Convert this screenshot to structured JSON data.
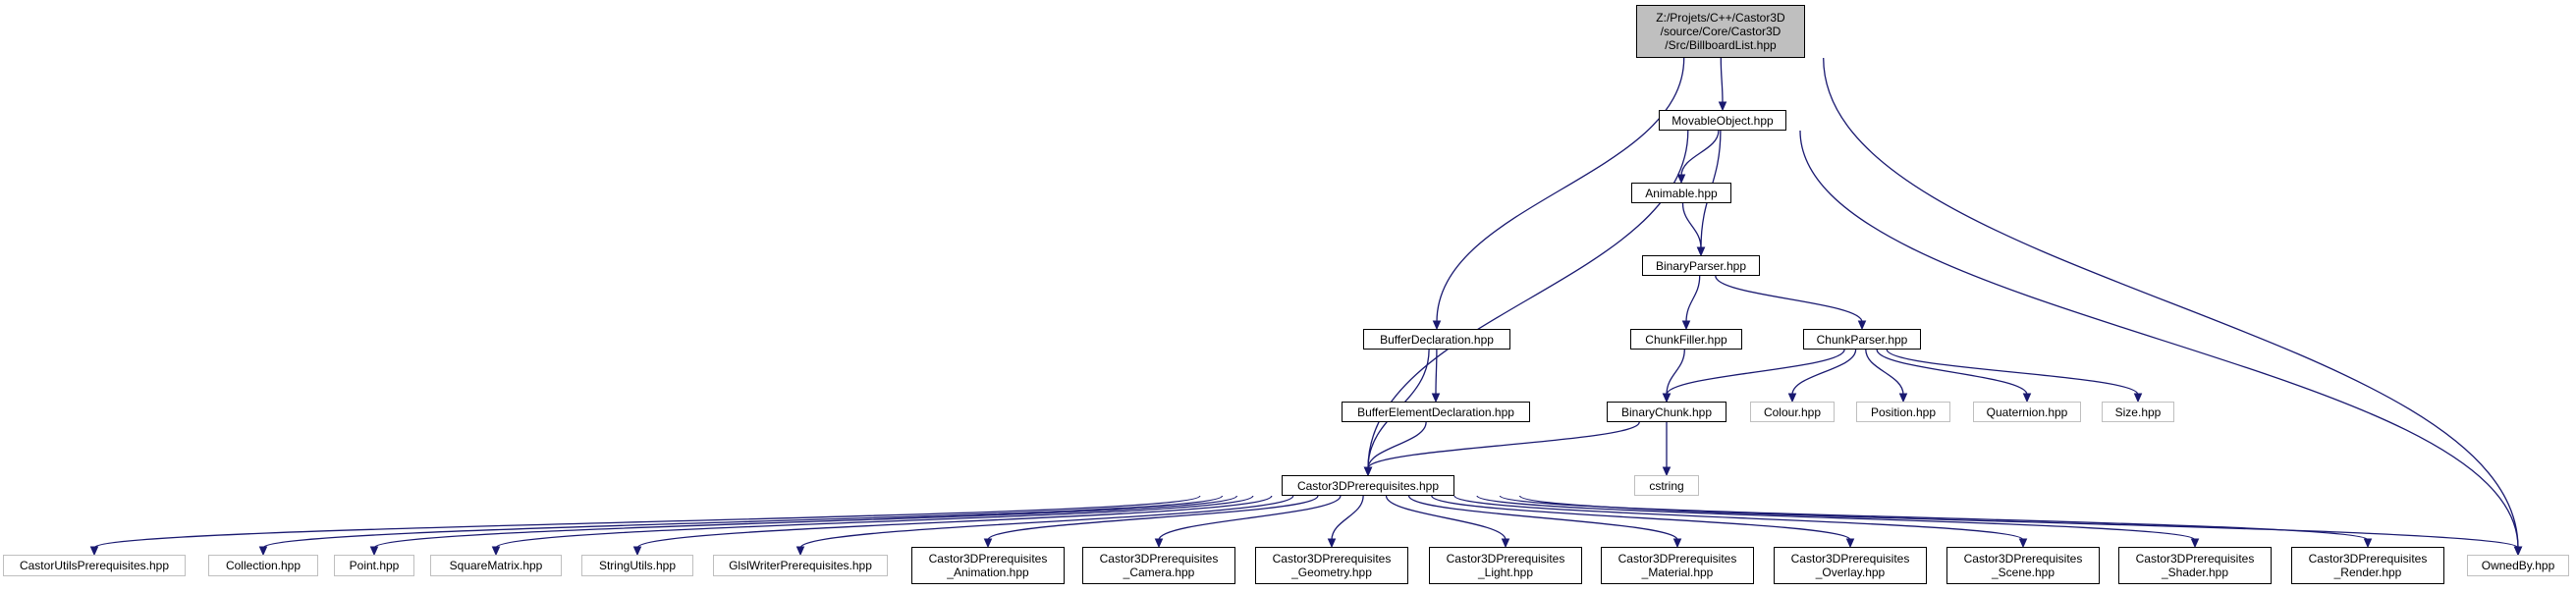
{
  "colors": {
    "edge": "#191970",
    "root_fill": "#bfbfbf",
    "node_border": "#000000",
    "external_border": "#bfbfbf"
  },
  "nodes": {
    "root": "Z:/Projets/C++/Castor3D\n/source/Core/Castor3D\n/Src/BillboardList.hpp",
    "movable_object": "MovableObject.hpp",
    "animable": "Animable.hpp",
    "binary_parser": "BinaryParser.hpp",
    "buffer_declaration": "BufferDeclaration.hpp",
    "chunk_filler": "ChunkFiller.hpp",
    "chunk_parser": "ChunkParser.hpp",
    "buffer_element_declaration": "BufferElementDeclaration.hpp",
    "binary_chunk": "BinaryChunk.hpp",
    "colour": "Colour.hpp",
    "position": "Position.hpp",
    "quaternion": "Quaternion.hpp",
    "size": "Size.hpp",
    "castor3d_prerequisites": "Castor3DPrerequisites.hpp",
    "cstring": "cstring",
    "castor_utils_prerequisites": "CastorUtilsPrerequisites.hpp",
    "collection": "Collection.hpp",
    "point": "Point.hpp",
    "square_matrix": "SquareMatrix.hpp",
    "string_utils": "StringUtils.hpp",
    "glsl_writer_prerequisites": "GlslWriterPrerequisites.hpp",
    "prereq_animation": "Castor3DPrerequisites\n_Animation.hpp",
    "prereq_camera": "Castor3DPrerequisites\n_Camera.hpp",
    "prereq_geometry": "Castor3DPrerequisites\n_Geometry.hpp",
    "prereq_light": "Castor3DPrerequisites\n_Light.hpp",
    "prereq_material": "Castor3DPrerequisites\n_Material.hpp",
    "prereq_overlay": "Castor3DPrerequisites\n_Overlay.hpp",
    "prereq_scene": "Castor3DPrerequisites\n_Scene.hpp",
    "prereq_shader": "Castor3DPrerequisites\n_Shader.hpp",
    "prereq_render": "Castor3DPrerequisites\n_Render.hpp",
    "owned_by": "OwnedBy.hpp"
  },
  "edges": [
    [
      "root",
      "movable_object"
    ],
    [
      "root",
      "buffer_declaration"
    ],
    [
      "root",
      "owned_by"
    ],
    [
      "movable_object",
      "animable"
    ],
    [
      "movable_object",
      "binary_parser"
    ],
    [
      "movable_object",
      "castor3d_prerequisites"
    ],
    [
      "movable_object",
      "owned_by"
    ],
    [
      "animable",
      "binary_parser"
    ],
    [
      "binary_parser",
      "chunk_filler"
    ],
    [
      "binary_parser",
      "chunk_parser"
    ],
    [
      "chunk_filler",
      "binary_chunk"
    ],
    [
      "chunk_parser",
      "binary_chunk"
    ],
    [
      "chunk_parser",
      "colour"
    ],
    [
      "chunk_parser",
      "position"
    ],
    [
      "chunk_parser",
      "quaternion"
    ],
    [
      "chunk_parser",
      "size"
    ],
    [
      "buffer_declaration",
      "buffer_element_declaration"
    ],
    [
      "buffer_declaration",
      "castor3d_prerequisites"
    ],
    [
      "buffer_element_declaration",
      "castor3d_prerequisites"
    ],
    [
      "binary_chunk",
      "castor3d_prerequisites"
    ],
    [
      "binary_chunk",
      "cstring"
    ],
    [
      "castor3d_prerequisites",
      "castor_utils_prerequisites"
    ],
    [
      "castor3d_prerequisites",
      "collection"
    ],
    [
      "castor3d_prerequisites",
      "point"
    ],
    [
      "castor3d_prerequisites",
      "square_matrix"
    ],
    [
      "castor3d_prerequisites",
      "string_utils"
    ],
    [
      "castor3d_prerequisites",
      "glsl_writer_prerequisites"
    ],
    [
      "castor3d_prerequisites",
      "prereq_animation"
    ],
    [
      "castor3d_prerequisites",
      "prereq_camera"
    ],
    [
      "castor3d_prerequisites",
      "prereq_geometry"
    ],
    [
      "castor3d_prerequisites",
      "prereq_light"
    ],
    [
      "castor3d_prerequisites",
      "prereq_material"
    ],
    [
      "castor3d_prerequisites",
      "prereq_overlay"
    ],
    [
      "castor3d_prerequisites",
      "prereq_scene"
    ],
    [
      "castor3d_prerequisites",
      "prereq_shader"
    ],
    [
      "castor3d_prerequisites",
      "prereq_render"
    ],
    [
      "castor3d_prerequisites",
      "owned_by"
    ]
  ]
}
